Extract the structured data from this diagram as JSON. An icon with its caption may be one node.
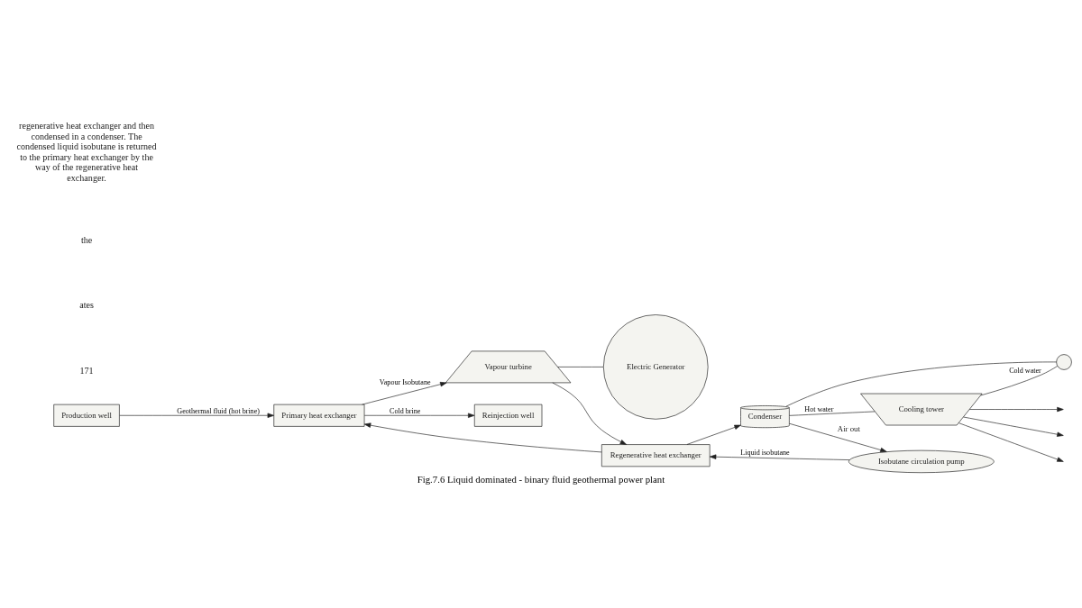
{
  "diagram": {
    "caption": "Fig.7.6 Liquid dominated - binary fluid geothermal power plant",
    "nodes": [
      {
        "text": [
          "Primary heat exchanger"
        ]
      },
      {
        "text": [
          "Vapour turbine"
        ]
      },
      {
        "text": [
          "Electric Generator"
        ]
      },
      {
        "text": [
          "Regenerative heat exchanger"
        ]
      },
      {
        "text": [
          "Condenser"
        ]
      },
      {
        "text": [
          "Cooling tower"
        ],
        "beside": [
          "Air out"
        ]
      },
      {
        "text": [
          "Isobutane circulation pump"
        ]
      },
      {
        "text": [
          "Production well"
        ]
      },
      {
        "text": [
          "Reinjection well"
        ]
      },
      {
        "text": [],
        "shape": "circle"
      }
    ],
    "edges": [
      {
        "from": 0,
        "to": 1,
        "arrow": "to",
        "label": "Vapour Isobutane"
      },
      {
        "from": 1,
        "to": 2,
        "arrow": "none"
      },
      {
        "from": 1,
        "to": 3,
        "arrow": "to"
      },
      {
        "from": 3,
        "to": 4,
        "arrow": "to"
      },
      {
        "from": 4,
        "to": 6,
        "arrow": "to"
      },
      {
        "from": 6,
        "to": 3,
        "arrow": "to",
        "label": "Liquid isobutane"
      },
      {
        "from": 3,
        "to": 0,
        "arrow": "to"
      },
      {
        "from": 7,
        "to": 0,
        "arrow": "to",
        "label": "Geothermal fluid (hot brine)"
      },
      {
        "from": 0,
        "to": 8,
        "arrow": "to",
        "label": "Cold brine"
      },
      {
        "from": 4,
        "to": 5,
        "arrow": "none",
        "label": "Hot water"
      },
      {
        "from": 5,
        "to": 9,
        "arrow": "none",
        "label": "Cold water"
      },
      {
        "from": 9,
        "to": 4,
        "arrow": "none"
      },
      {
        "from": 5,
        "to": null,
        "arrow": "to"
      },
      {
        "from": 5,
        "to": null,
        "arrow": "to"
      },
      {
        "from": 5,
        "to": null,
        "arrow": "to"
      }
    ],
    "labels": [
      "regenerative heat exchanger and then condensed in a condenser. The condensed liquid isobutane is returned to the primary heat exchanger by the way of the regenerative heat exchanger.",
      "the",
      "ates",
      "171"
    ]
  }
}
